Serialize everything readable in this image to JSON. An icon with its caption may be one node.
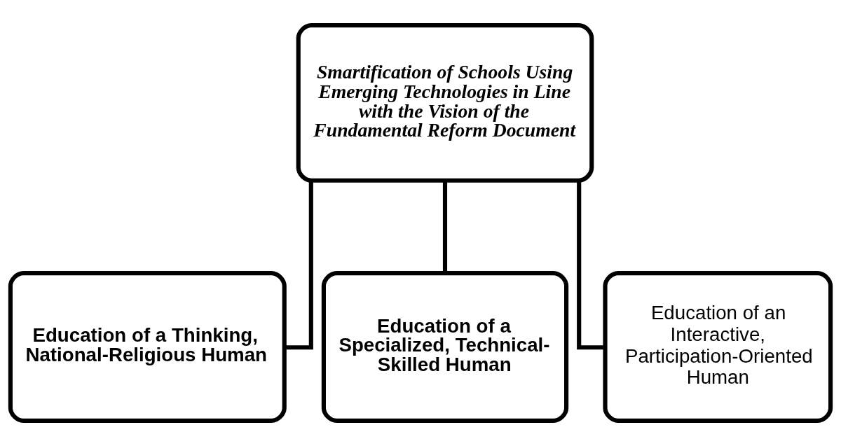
{
  "diagram": {
    "nodes": [
      {
        "text": [
          "Smartification of Schools Using Emerging Technologies in Line with the Vision of the Fundamental Reform Document"
        ]
      },
      {
        "text": [
          "Education of a Thinking, National-Religious Human"
        ]
      },
      {
        "text": [
          "Education of a Specialized, Technical-Skilled Human"
        ]
      },
      {
        "text": [
          "Education of an Interactive, Participation-Oriented Human"
        ]
      }
    ],
    "edges": [
      {
        "from": 0,
        "to": 1,
        "arrow": "none"
      },
      {
        "from": 0,
        "to": 2,
        "arrow": "none"
      },
      {
        "from": 0,
        "to": 3,
        "arrow": "none"
      }
    ]
  }
}
